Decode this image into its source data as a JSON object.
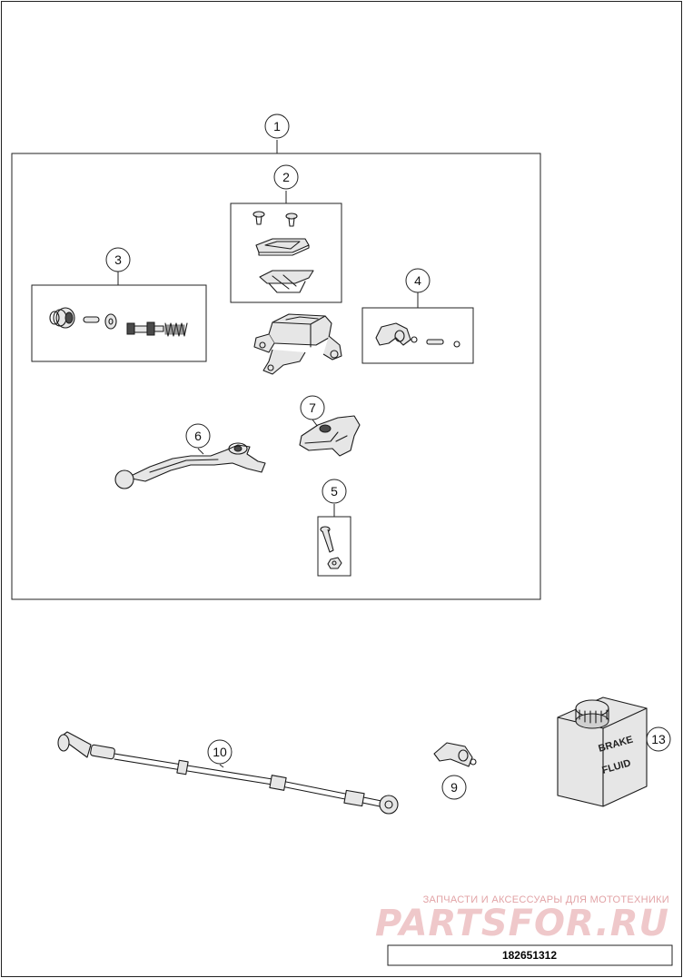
{
  "diagram": {
    "callouts": [
      {
        "id": "c1",
        "label": "1"
      },
      {
        "id": "c2",
        "label": "2"
      },
      {
        "id": "c3",
        "label": "3"
      },
      {
        "id": "c4",
        "label": "4"
      },
      {
        "id": "c5",
        "label": "5"
      },
      {
        "id": "c6",
        "label": "6"
      },
      {
        "id": "c7",
        "label": "7"
      },
      {
        "id": "c9",
        "label": "9"
      },
      {
        "id": "c10",
        "label": "10"
      },
      {
        "id": "c13",
        "label": "13"
      }
    ],
    "brake_fluid_label": [
      "BRAKE",
      "FLUID"
    ],
    "document_number": "182651312"
  },
  "watermark": {
    "tagline": "ЗАПЧАСТИ И АКСЕССУАРЫ ДЛЯ МОТОТЕХНИКИ",
    "brand": "PARTSFOR.RU",
    "color": "#e2a3a6"
  }
}
